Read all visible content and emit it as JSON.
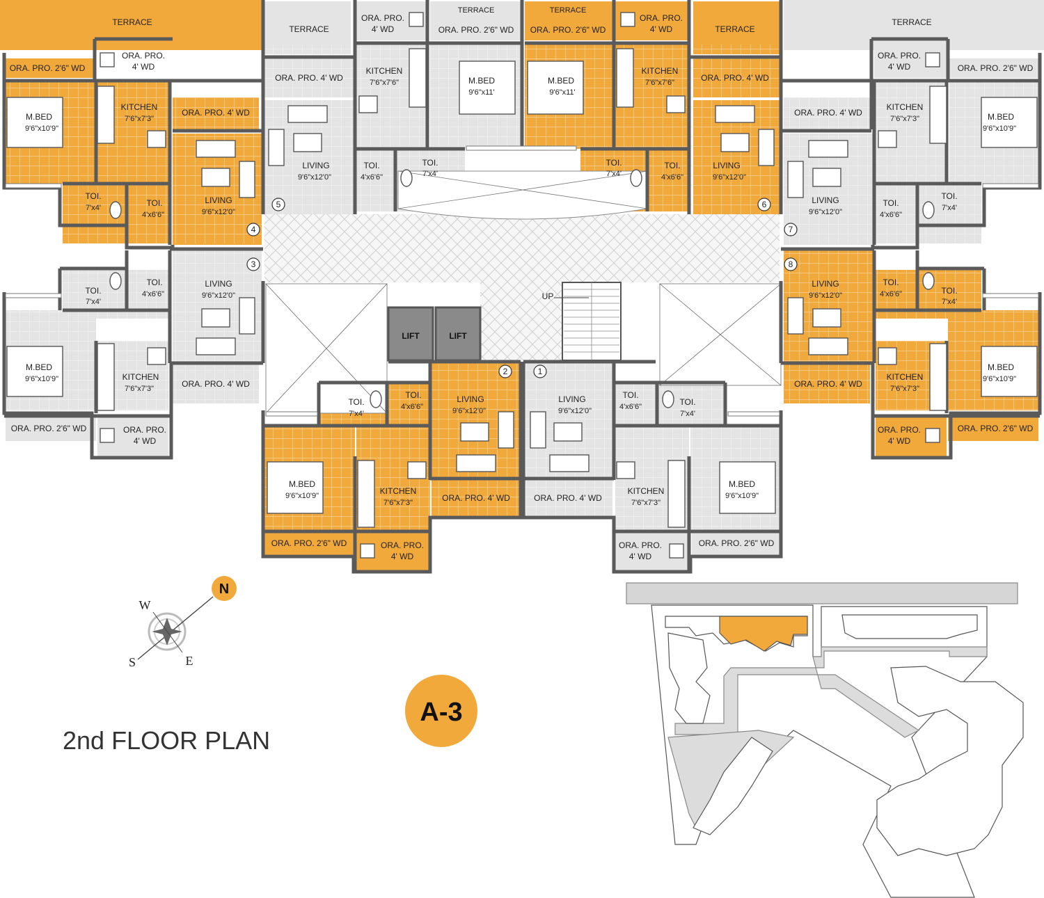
{
  "plan_title": "2nd FLOOR PLAN",
  "wing_badge": "A-3",
  "compass": {
    "north": "N",
    "east": "E",
    "south": "S",
    "west": "W"
  },
  "core": {
    "lift_1": "LIFT",
    "lift_2": "LIFT",
    "stair": "UP"
  },
  "colors": {
    "sold_units": "#f2a93b",
    "available_units": "#e4e4e4",
    "walls": "#5a5a5a",
    "badge": "#f2a93b"
  },
  "room_labels": {
    "terrace": "TERRACE",
    "ora_4": "ORA. PRO. 4' WD",
    "ora_4_top": "ORA. PRO.",
    "ora_4_bot": "4' WD",
    "ora_26": "ORA. PRO. 2'6\" WD",
    "kitchen": "KITCHEN",
    "kitchen_dim": "7'6\"x7'3\"",
    "kitchen_dim_b": "7'6\"x7'6\"",
    "mbed": "M.BED",
    "mbed_dim": "9'6\"x10'9\"",
    "mbed_dim_b": "9'6\"x11'",
    "living": "LIVING",
    "living_dim": "9'6\"x12'0\"",
    "toi": "TOI.",
    "toi_dim_a": "7'x4'",
    "toi_dim_b": "4'x6'6\""
  },
  "unit_numbers": [
    "1",
    "2",
    "3",
    "4",
    "5",
    "6",
    "7",
    "8"
  ]
}
